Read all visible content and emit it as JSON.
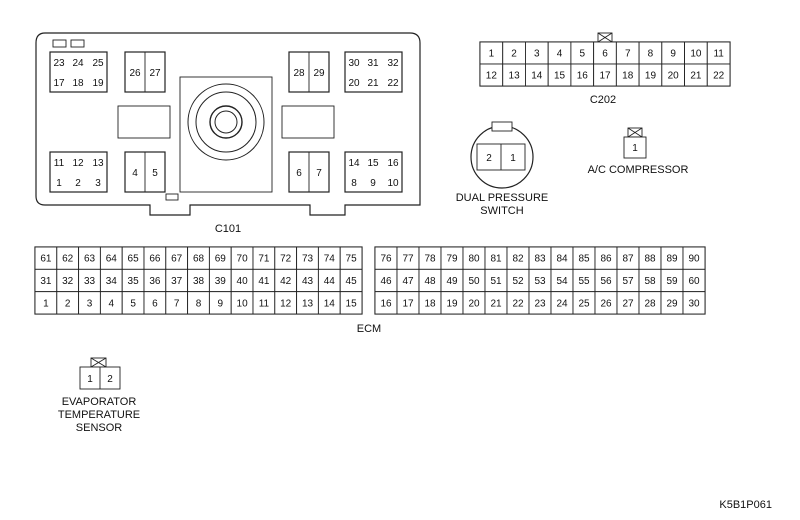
{
  "c101": {
    "label": "C101",
    "pins_tl_top": [
      "23",
      "24",
      "25"
    ],
    "pins_tl_bottom": [
      "17",
      "18",
      "19"
    ],
    "pins_tlm": [
      "26",
      "27"
    ],
    "pins_trm": [
      "28",
      "29"
    ],
    "pins_tr_top": [
      "30",
      "31",
      "32"
    ],
    "pins_tr_bottom": [
      "20",
      "21",
      "22"
    ],
    "pins_bl_top": [
      "11",
      "12",
      "13"
    ],
    "pins_bl_bottom": [
      "1",
      "2",
      "3"
    ],
    "pins_blm": [
      "4",
      "5"
    ],
    "pins_brm": [
      "6",
      "7"
    ],
    "pins_br_top": [
      "14",
      "15",
      "16"
    ],
    "pins_br_bottom": [
      "8",
      "9",
      "10"
    ]
  },
  "c202": {
    "label": "C202",
    "top": [
      "1",
      "2",
      "3",
      "4",
      "5",
      "6",
      "7",
      "8",
      "9",
      "10",
      "11"
    ],
    "bottom": [
      "12",
      "13",
      "14",
      "15",
      "16",
      "17",
      "18",
      "19",
      "20",
      "21",
      "22"
    ]
  },
  "dual_pressure": {
    "label_line1": "DUAL PRESSURE",
    "label_line2": "SWITCH",
    "pins": [
      "2",
      "1"
    ]
  },
  "ac_compressor": {
    "label": "A/C COMPRESSOR",
    "pins": [
      "1"
    ]
  },
  "ecm": {
    "label": "ECM",
    "left_rows": [
      [
        "61",
        "62",
        "63",
        "64",
        "65",
        "66",
        "67",
        "68",
        "69",
        "70",
        "71",
        "72",
        "73",
        "74",
        "75"
      ],
      [
        "31",
        "32",
        "33",
        "34",
        "35",
        "36",
        "37",
        "38",
        "39",
        "40",
        "41",
        "42",
        "43",
        "44",
        "45"
      ],
      [
        "1",
        "2",
        "3",
        "4",
        "5",
        "6",
        "7",
        "8",
        "9",
        "10",
        "11",
        "12",
        "13",
        "14",
        "15"
      ]
    ],
    "right_rows": [
      [
        "76",
        "77",
        "78",
        "79",
        "80",
        "81",
        "82",
        "83",
        "84",
        "85",
        "86",
        "87",
        "88",
        "89",
        "90"
      ],
      [
        "46",
        "47",
        "48",
        "49",
        "50",
        "51",
        "52",
        "53",
        "54",
        "55",
        "56",
        "57",
        "58",
        "59",
        "60"
      ],
      [
        "16",
        "17",
        "18",
        "19",
        "20",
        "21",
        "22",
        "23",
        "24",
        "25",
        "26",
        "27",
        "28",
        "29",
        "30"
      ]
    ]
  },
  "evaporator": {
    "label_line1": "EVAPORATOR",
    "label_line2": "TEMPERATURE",
    "label_line3": "SENSOR",
    "pins": [
      "1",
      "2"
    ]
  },
  "figure_code": "K5B1P061"
}
